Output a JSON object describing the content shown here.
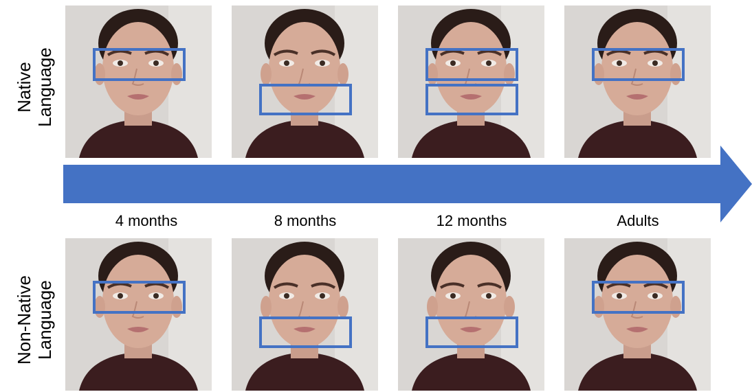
{
  "row_labels": {
    "native": [
      "Native",
      "Language"
    ],
    "non_native": [
      "Non-Native",
      "Language"
    ]
  },
  "age_labels": [
    "4 months",
    "8 months",
    "12 months",
    "Adults"
  ],
  "colors": {
    "arrow": "#4472c4",
    "roi_box": "#4472c4"
  },
  "rows": {
    "native": [
      {
        "age": "4 months",
        "focus": [
          "eyes"
        ]
      },
      {
        "age": "8 months",
        "focus": [
          "mouth"
        ]
      },
      {
        "age": "12 months",
        "focus": [
          "eyes",
          "mouth"
        ]
      },
      {
        "age": "Adults",
        "focus": [
          "eyes"
        ]
      }
    ],
    "non_native": [
      {
        "age": "4 months",
        "focus": [
          "eyes"
        ]
      },
      {
        "age": "8 months",
        "focus": [
          "mouth"
        ]
      },
      {
        "age": "12 months",
        "focus": [
          "mouth"
        ]
      },
      {
        "age": "Adults",
        "focus": [
          "eyes"
        ]
      }
    ]
  }
}
